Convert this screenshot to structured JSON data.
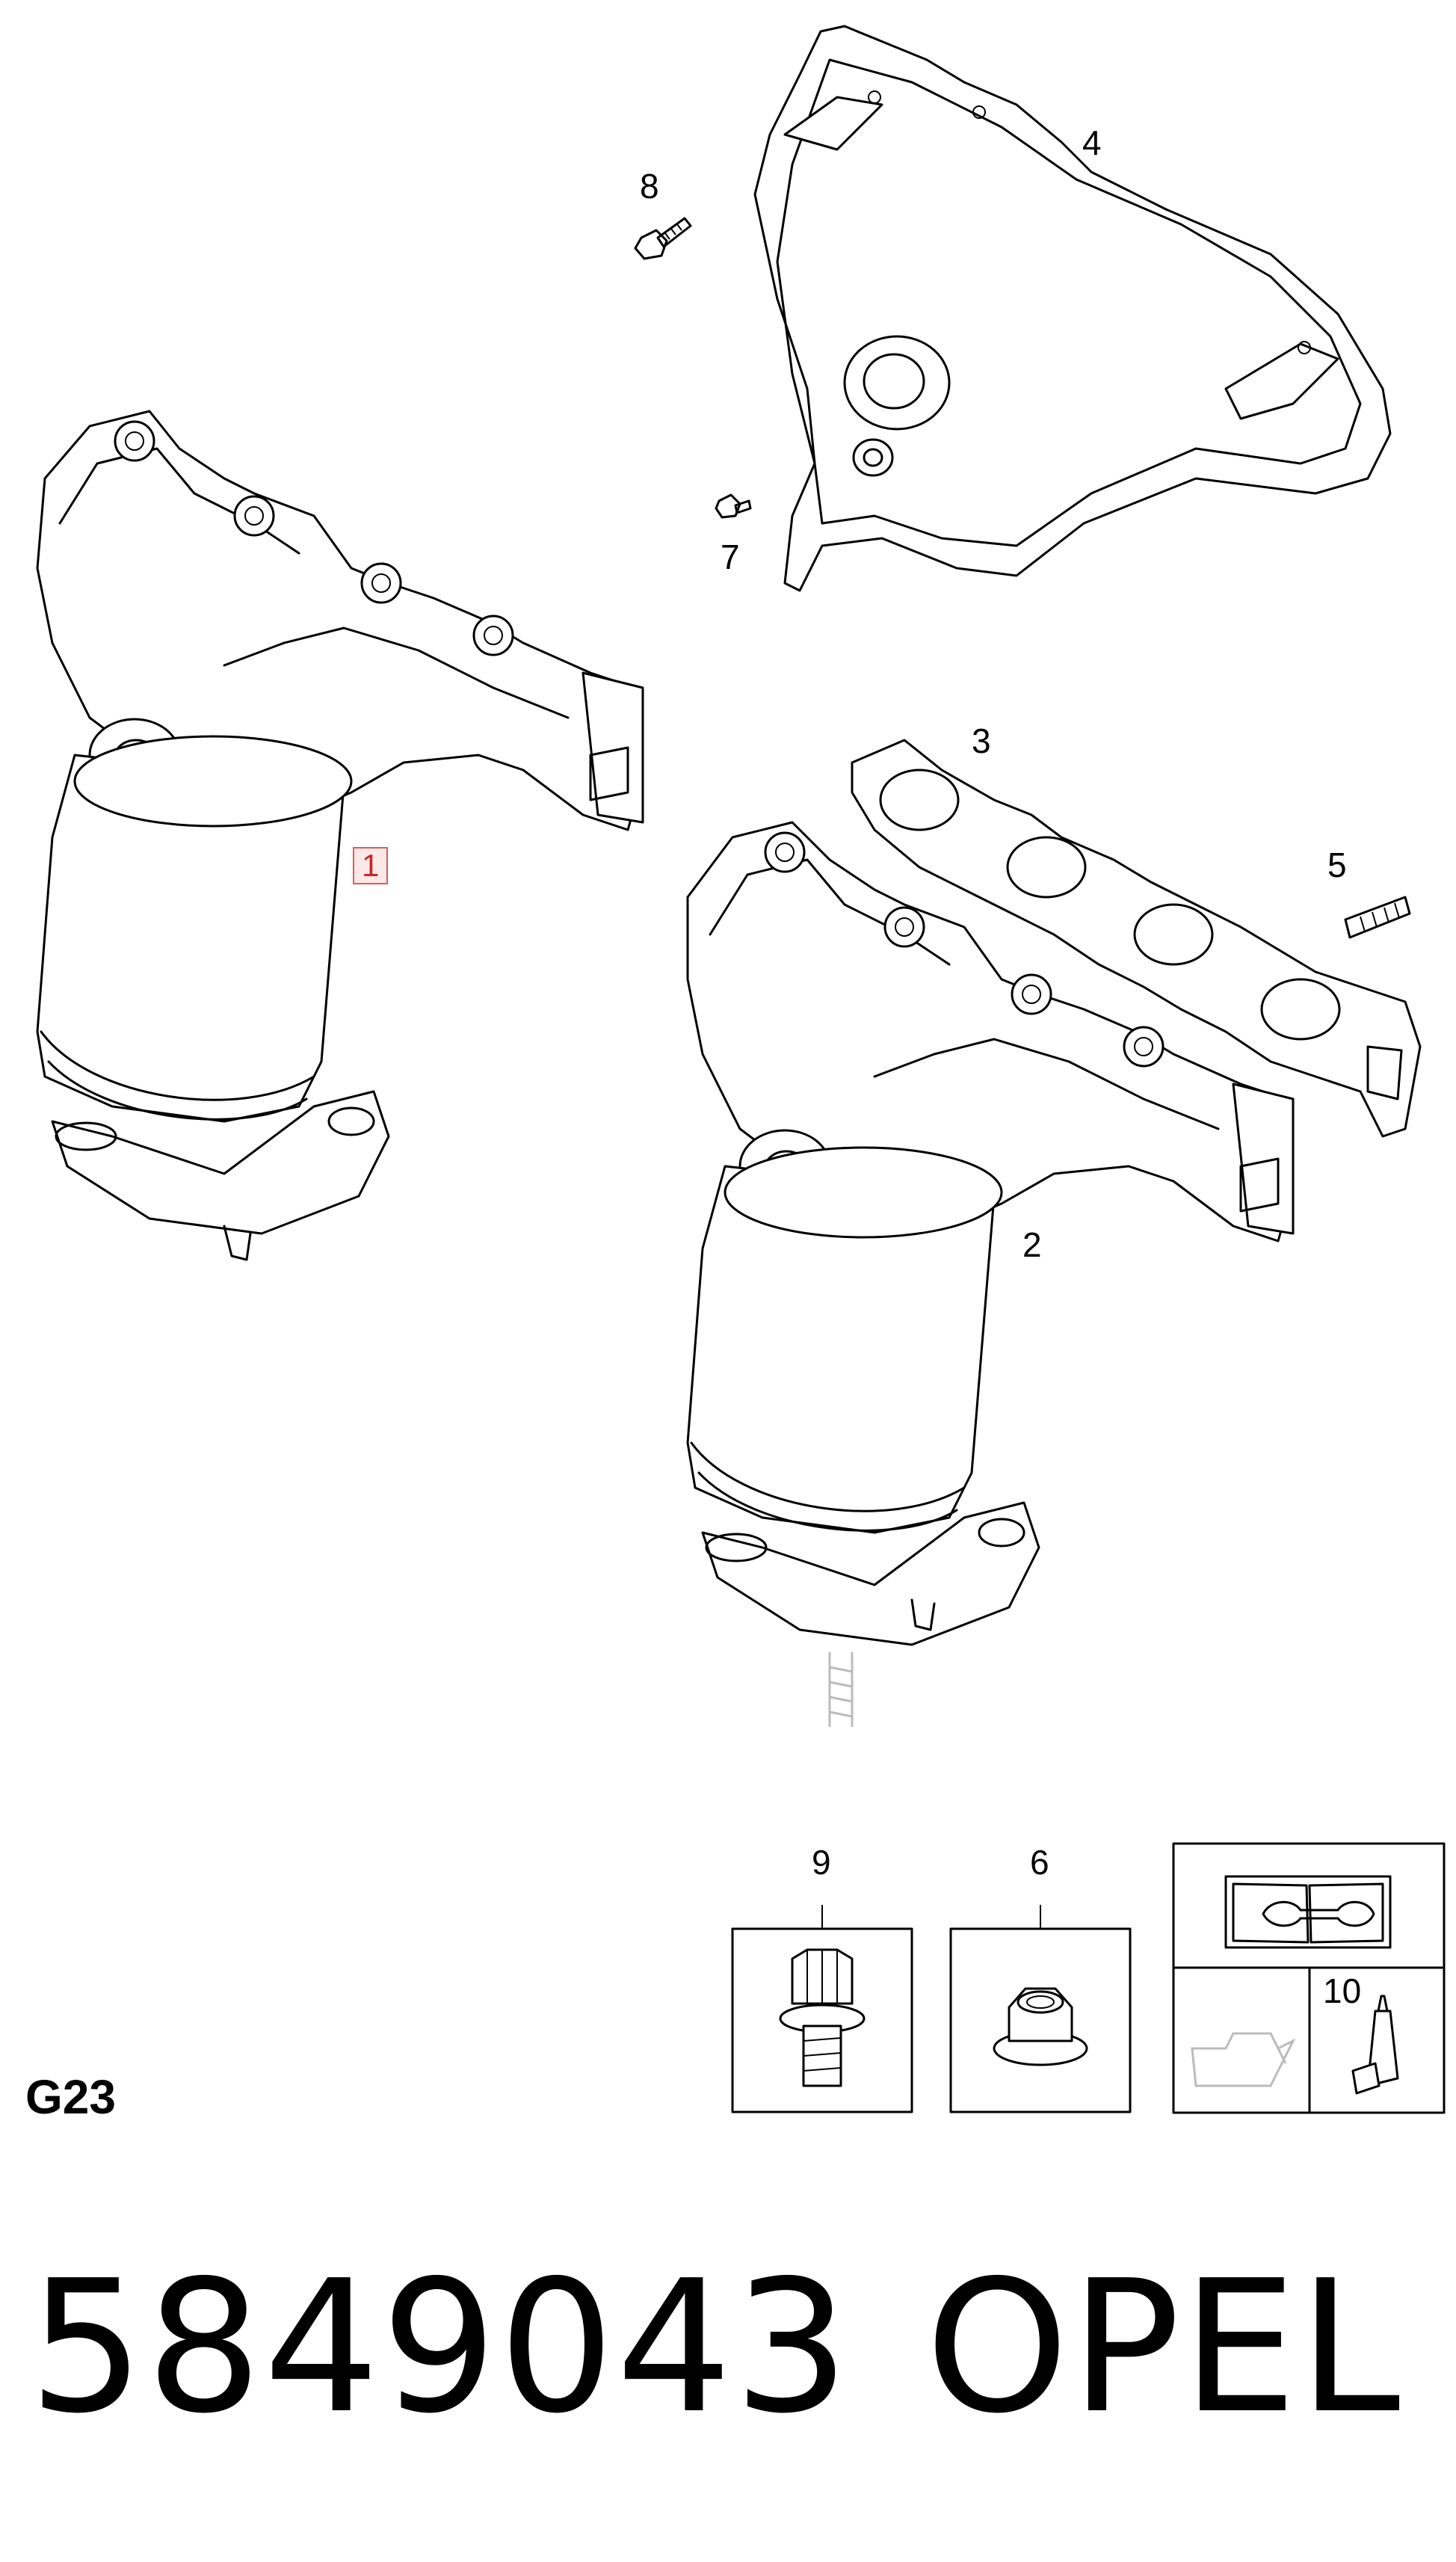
{
  "callouts": {
    "c1": "1",
    "c2": "2",
    "c3": "3",
    "c4": "4",
    "c5": "5",
    "c6": "6",
    "c7": "7",
    "c8": "8",
    "c9": "9",
    "c10": "10"
  },
  "section_code": "G23",
  "part_number": "5849043",
  "brand": "OPEL",
  "colors": {
    "highlight_border": "#e05a5a",
    "highlight_fill": "#fde8e8",
    "line": "#000000"
  },
  "icons": [
    "manual-book-wrench-icon",
    "oil-can-icon",
    "sealant-tube-icon",
    "flange-bolt-icon",
    "flange-nut-icon"
  ]
}
